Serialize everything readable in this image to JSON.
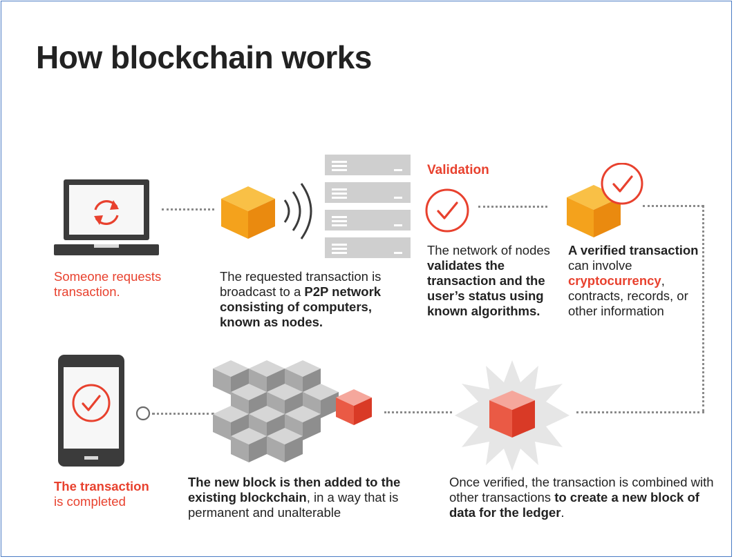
{
  "title": "How blockchain works",
  "colors": {
    "accent": "#e8412e",
    "cube_orange": "#f4a21c",
    "dots": "#8a8a8a",
    "border": "#4a7bc4"
  },
  "step1": {
    "text": "Someone requests transaction."
  },
  "step2": {
    "t1": "The requested transaction is broadcast to a ",
    "b1": "P2P network consisting of computers, known as nodes."
  },
  "step3": {
    "heading": "Validation",
    "t1": "The network of nodes ",
    "b1": "validates the transaction and the user’s status using known algorithms."
  },
  "step4": {
    "b1": "A verified transaction",
    "t1": " can involve ",
    "r1": "cryptocurrency",
    "t2": ", contracts, records, or other information"
  },
  "step5": {
    "t1": "Once verified, the transaction is combined with other transactions ",
    "b1": "to create a new block of data for the ledger",
    "t2": "."
  },
  "step6": {
    "b1": "The new block is then added to the existing blockchain",
    "t1": ", in a way that is permanent and unalterable"
  },
  "step7": {
    "r1": "The transaction",
    "t1": "is completed"
  },
  "icons": [
    "laptop-icon",
    "refresh-icon",
    "cube-icon",
    "signal-waves-icon",
    "server-rack-icon",
    "checkmark-circle-icon",
    "verified-cube-icon",
    "starburst-cube-icon",
    "blockchain-cubes-icon",
    "phone-icon",
    "node-circle-icon"
  ]
}
